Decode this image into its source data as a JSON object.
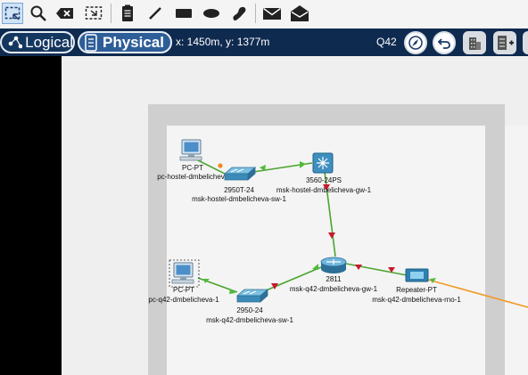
{
  "toolbar": {
    "tools": [
      "select-tool",
      "inspect-tool",
      "delete-tool",
      "resize-tool",
      "place-note-tool",
      "draw-line-tool",
      "draw-rectangle-tool",
      "draw-ellipse-tool",
      "freeform-tool",
      "add-simple-pdu-tool",
      "add-complex-pdu-tool"
    ]
  },
  "navbar": {
    "logical_label": "Logical",
    "physical_label": "Physical",
    "coords": "x: 1450m, y: 1377m",
    "cluster": "Q42"
  },
  "devices": [
    {
      "id": "pc-hostel",
      "type": "PC-PT",
      "name": "pc-hostel-dmbelichev"
    },
    {
      "id": "sw-hostel",
      "type": "2950T-24",
      "name": "msk-hostel-dmbelicheva-sw-1"
    },
    {
      "id": "gw-hostel",
      "type": "3560-24PS",
      "name": "msk-hostel-dmbelicheva-gw-1"
    },
    {
      "id": "router-q42",
      "type": "2811",
      "name": "msk-q42-dmbelicheva-gw-1"
    },
    {
      "id": "pc-q42",
      "type": "PC-PT",
      "name": "pc-q42-dmbelicheva-1"
    },
    {
      "id": "sw-q42",
      "type": "2950-24",
      "name": "msk-q42-dmbelicheva-sw-1"
    },
    {
      "id": "repeater",
      "type": "Repeater-PT",
      "name": "msk-q42-dmbelicheva-rno-1"
    }
  ],
  "colors": {
    "navbar": "#0f2a4f",
    "physical_pill": "#2e5e98",
    "link_copper": "#4aa52e",
    "link_fiber": "#f29a27",
    "port_up": "#4dbb3a",
    "port_down": "#c8182a",
    "port_pending": "#f08a1f"
  }
}
